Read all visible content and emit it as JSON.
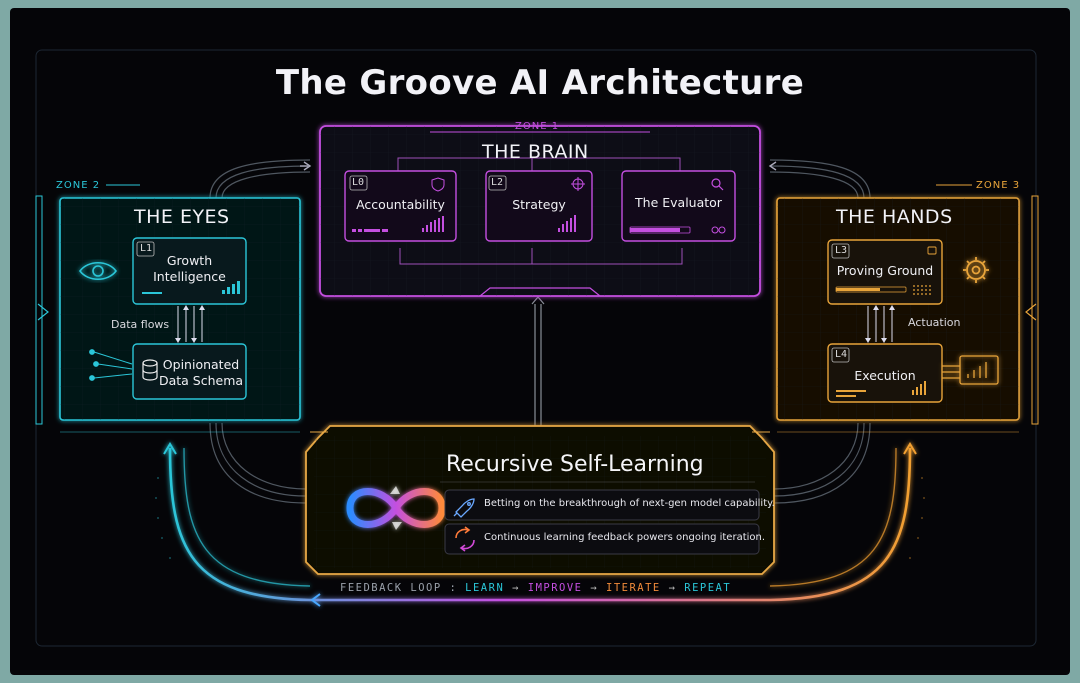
{
  "title": "The Groove AI Architecture",
  "zones": {
    "brain": {
      "tag": "ZONE 1",
      "heading": "THE BRAIN",
      "cards": [
        {
          "code": "L0",
          "label": "Accountability"
        },
        {
          "code": "L2",
          "label": "Strategy"
        },
        {
          "code": "",
          "label": "The Evaluator"
        }
      ]
    },
    "eyes": {
      "tag": "ZONE 2",
      "heading": "THE EYES",
      "cards": [
        {
          "code": "L1",
          "label_line1": "Growth",
          "label_line2": "Intelligence"
        },
        {
          "code": "",
          "label_line1": "Opinionated",
          "label_line2": "Data Schema"
        }
      ],
      "connector_label": "Data flows"
    },
    "hands": {
      "tag": "ZONE 3",
      "heading": "THE HANDS",
      "cards": [
        {
          "code": "L3",
          "label": "Proving Ground"
        },
        {
          "code": "L4",
          "label": "Execution"
        }
      ],
      "connector_label": "Actuation"
    }
  },
  "core": {
    "title": "Recursive Self-Learning",
    "items": [
      {
        "icon": "rocket-icon",
        "text": "Betting on the breakthrough of next-gen model capability."
      },
      {
        "icon": "cycle-arrows-icon",
        "text": "Continuous learning feedback powers ongoing iteration."
      }
    ]
  },
  "feedback_loop": {
    "label": "FEEDBACK LOOP :",
    "steps": [
      "LEARN",
      "IMPROVE",
      "ITERATE",
      "REPEAT"
    ],
    "arrow": "→"
  },
  "colors": {
    "brain": "#c44fe0",
    "eyes": "#2bc6d8",
    "hands": "#e8a43a",
    "core": "#e7a845",
    "background": "#050508"
  }
}
